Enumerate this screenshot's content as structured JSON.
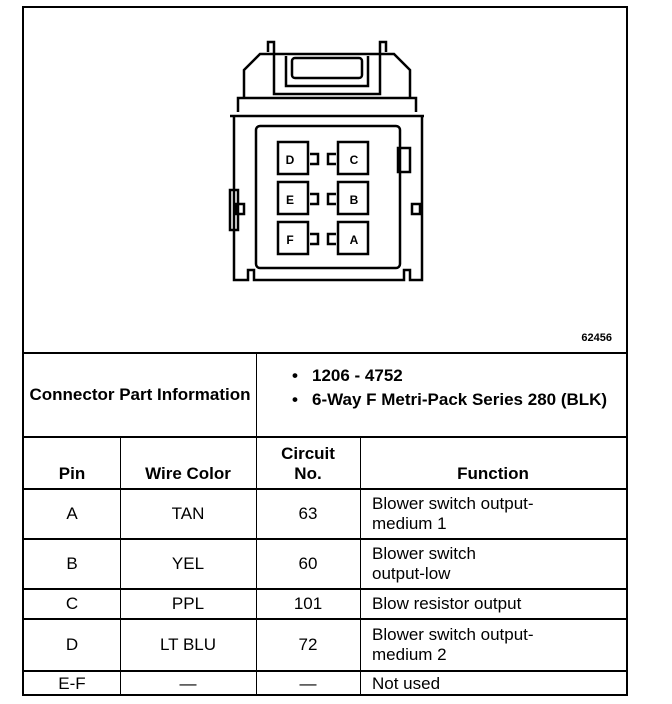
{
  "figure_id": "62456",
  "connector": {
    "pin_labels": [
      "D",
      "C",
      "E",
      "B",
      "F",
      "A"
    ]
  },
  "part_info": {
    "heading": "Connector Part Information",
    "bullets": [
      "1206 - 4752",
      "6-Way F Metri-Pack Series 280 (BLK)"
    ]
  },
  "table": {
    "headers": [
      "Pin",
      "Wire Color",
      "Circuit No.",
      "Function"
    ],
    "rows": [
      {
        "pin": "A",
        "wire": "TAN",
        "circuit": "63",
        "function": "Blower switch output-medium 1"
      },
      {
        "pin": "B",
        "wire": "YEL",
        "circuit": "60",
        "function": "Blower switch output-low"
      },
      {
        "pin": "C",
        "wire": "PPL",
        "circuit": "101",
        "function": "Blow resistor output"
      },
      {
        "pin": "D",
        "wire": "LT BLU",
        "circuit": "72",
        "function": "Blower switch output-medium 2"
      },
      {
        "pin": "E-F",
        "wire": "—",
        "circuit": "—",
        "function": "Not used"
      }
    ]
  }
}
